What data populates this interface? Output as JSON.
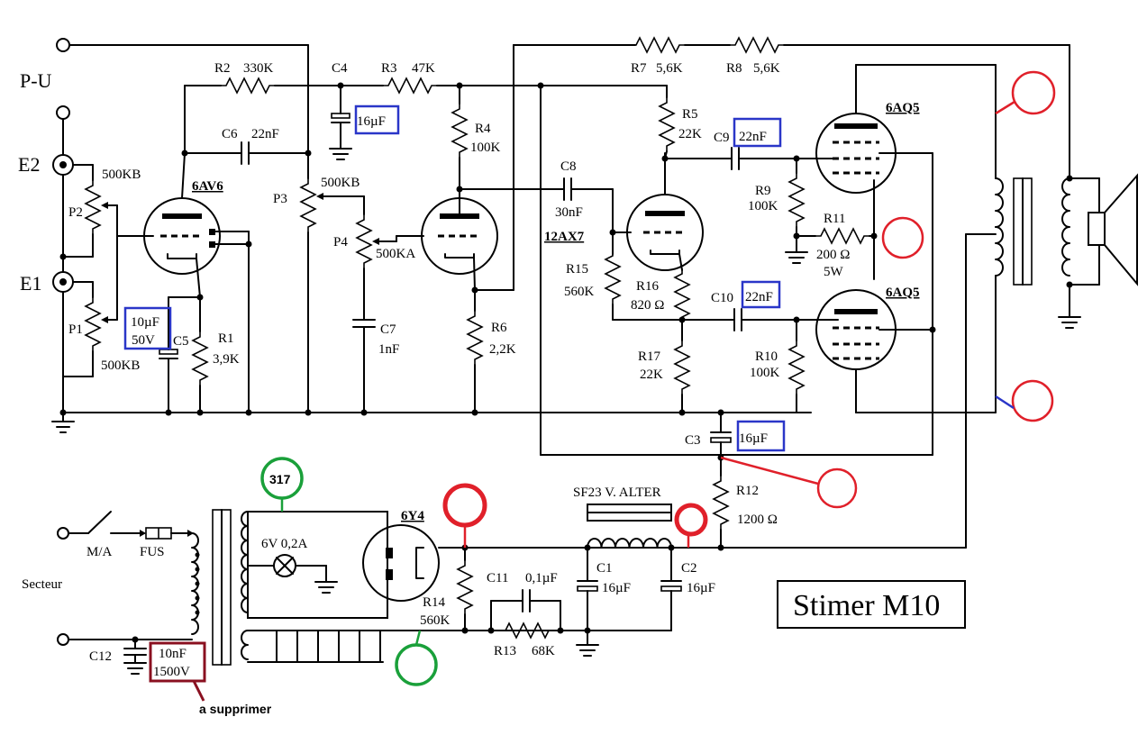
{
  "title": "Stimer M10",
  "inputs": {
    "pu": "P-U",
    "e2": "E2",
    "e1": "E1"
  },
  "tubes": {
    "v1": "6AV6",
    "v2": "12AX7",
    "v3": "6AQ5",
    "v4": "6AQ5",
    "rect": "6Y4"
  },
  "resistors": {
    "r1": "R1",
    "r1_val": "3,9K",
    "r2": "R2",
    "r2_val": "330K",
    "r3": "R3",
    "r3_val": "47K",
    "r4": "R4",
    "r4_val": "100K",
    "r5": "R5",
    "r5_val": "22K",
    "r6": "R6",
    "r6_val": "2,2K",
    "r7": "R7",
    "r7_val": "5,6K",
    "r8": "R8",
    "r8_val": "5,6K",
    "r9": "R9",
    "r9_val": "100K",
    "r10": "R10",
    "r10_val": "100K",
    "r11": "R11",
    "r11_val": "200 Ω",
    "r11_pow": "5W",
    "r12": "R12",
    "r12_val": "1200 Ω",
    "r13": "R13",
    "r13_val": "68K",
    "r14": "R14",
    "r14_val": "560K",
    "r15": "R15",
    "r15_val": "560K",
    "r16": "R16",
    "r16_val": "820 Ω",
    "r17": "R17",
    "r17_val": "22K"
  },
  "pots": {
    "p1": "P1",
    "p1_val": "500KB",
    "p2": "P2",
    "p2_val": "500KB",
    "p3": "P3",
    "p3_val": "500KB",
    "p4": "P4",
    "p4_val": "500KA"
  },
  "capacitors": {
    "c1": "C1",
    "c1_val": "16µF",
    "c2": "C2",
    "c2_val": "16µF",
    "c3": "C3",
    "c3_val": "16µF",
    "c4": "C4",
    "c4_val": "16µF",
    "c5": "C5",
    "c5_val1": "10µF",
    "c5_val2": "50V",
    "c6": "C6",
    "c6_val": "22nF",
    "c7": "C7",
    "c7_val": "1nF",
    "c8": "C8",
    "c8_val": "30nF",
    "c9": "C9",
    "c9_val": "22nF",
    "c10": "C10",
    "c10_val": "22nF",
    "c11": "C11",
    "c11_val": "0,1µF",
    "c12": "C12",
    "c12_val1": "10nF",
    "c12_val2": "1500V"
  },
  "power": {
    "mains": "Secteur",
    "switch": "M/A",
    "fuse": "FUS",
    "choke": "SF23 V. ALTER",
    "lamp": "6V 0,2A"
  },
  "annotations": {
    "green_label": "317",
    "remove_note": "a supprimer"
  },
  "colors": {
    "blue_box": "#2a36c8",
    "red_circle": "#e0202a",
    "green_circle": "#1aa03a",
    "maroon_box": "#8a1020"
  }
}
